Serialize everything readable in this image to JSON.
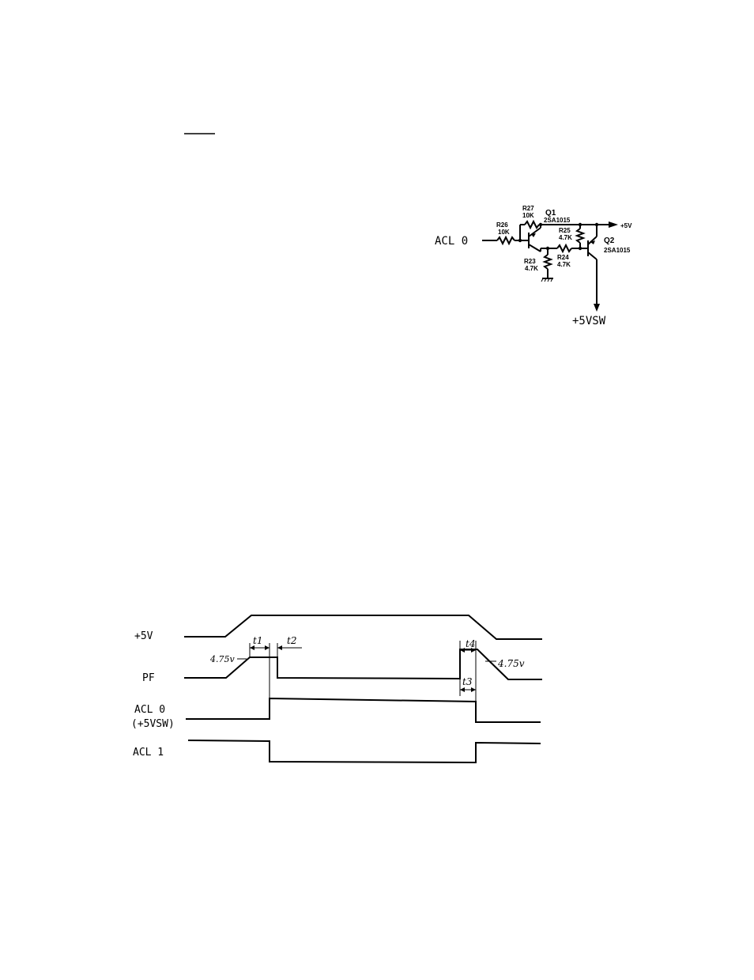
{
  "header": {
    "overline_mark": ""
  },
  "schematic": {
    "input_label": "ACL 0",
    "output_label": "+5VSW",
    "supply_label": "+5V",
    "components": {
      "r27": {
        "ref": "R27",
        "value": "10K"
      },
      "r26": {
        "ref": "R26",
        "value": "10K"
      },
      "q1": {
        "ref": "Q1",
        "part": "2SA1015"
      },
      "r25": {
        "ref": "R25",
        "value": "4.7K"
      },
      "q2": {
        "ref": "Q2",
        "part": "2SA1015"
      },
      "r24": {
        "ref": "R24",
        "value": "4.7K"
      },
      "r23": {
        "ref": "R23",
        "value": "4.7K"
      }
    }
  },
  "timing": {
    "signals": [
      {
        "label": "+5V"
      },
      {
        "label": "PF"
      },
      {
        "label": "ACL 0"
      },
      {
        "label": "(+5VSW)"
      },
      {
        "label": "ACL 1"
      }
    ],
    "threshold_left": "4.75v",
    "threshold_right": "4.75v",
    "intervals": {
      "t1": "t1",
      "t2": "t2",
      "t3": "t3",
      "t4": "t4"
    }
  }
}
